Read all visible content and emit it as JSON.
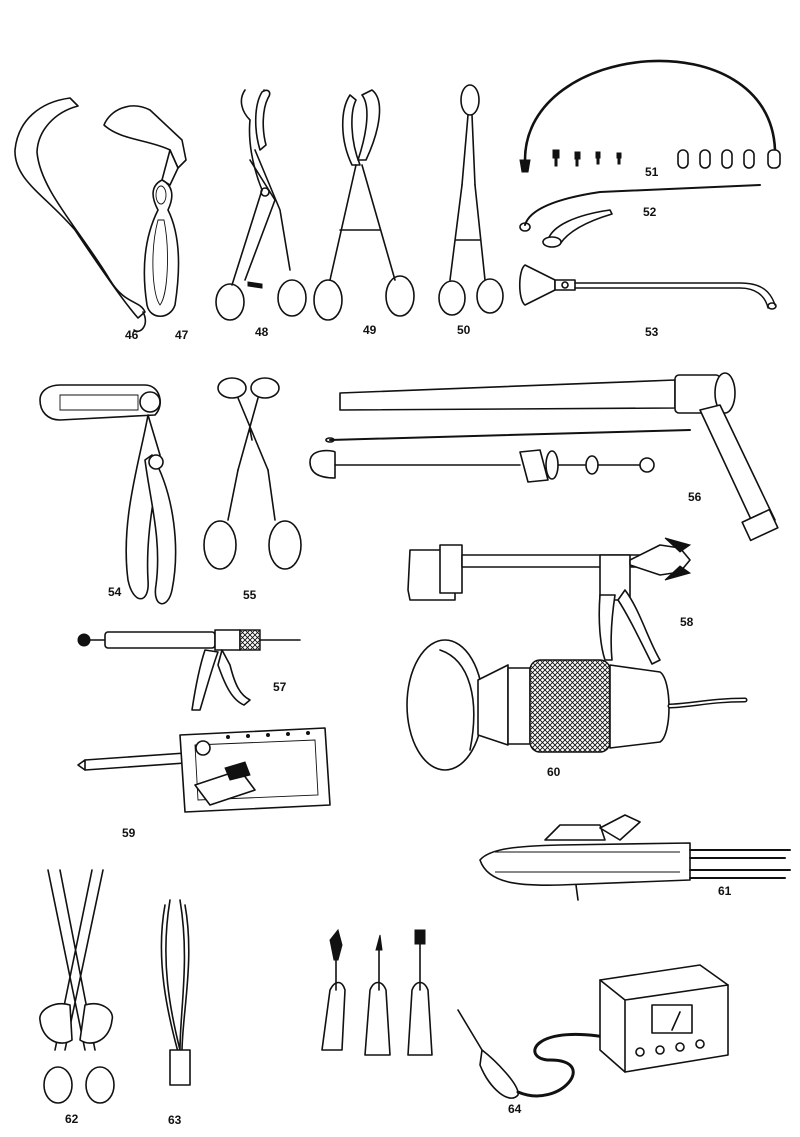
{
  "figure_labels": {
    "n46": "46",
    "n47": "47",
    "n48": "48",
    "n49": "49",
    "n50": "50",
    "n51": "51",
    "n52": "52",
    "n53": "53",
    "n54": "54",
    "n55": "55",
    "n56": "56",
    "n57": "57",
    "n58": "58",
    "n59": "59",
    "n60": "60",
    "n61": "61",
    "n62": "62",
    "n63": "63",
    "n64": "64"
  },
  "colors": {
    "ink": "#111111",
    "paper": "#ffffff"
  }
}
